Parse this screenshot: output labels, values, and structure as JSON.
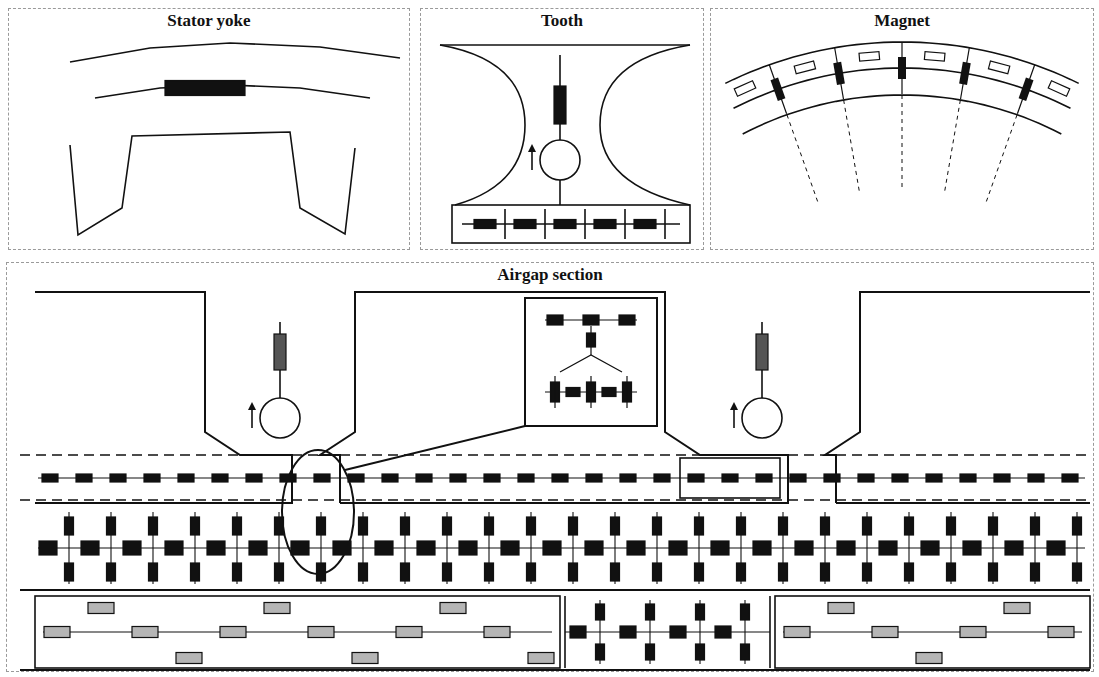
{
  "diagram": {
    "nodes": [
      {
        "text": [
          "Stator yoke"
        ]
      },
      {
        "text": [
          "Tooth"
        ]
      },
      {
        "text": [
          "Magnet"
        ]
      },
      {
        "text": [
          "Airgap section"
        ]
      }
    ]
  }
}
